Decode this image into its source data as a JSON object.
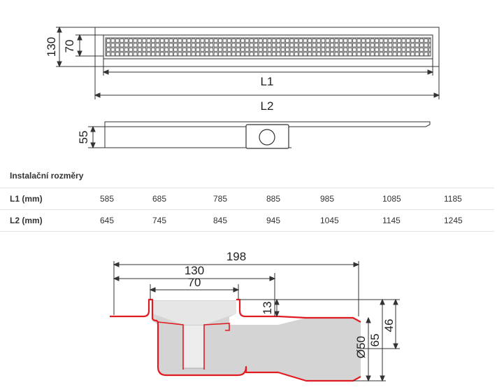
{
  "drawing_top": {
    "height_label": "130",
    "grate_height_label": "70",
    "length1_label": "L1",
    "length2_label": "L2",
    "depth_label": "55"
  },
  "table": {
    "title": "Instalační rozměry",
    "rows": [
      {
        "label": "L1 (mm)",
        "values": [
          "585",
          "685",
          "785",
          "885",
          "985",
          "1085",
          "1185"
        ]
      },
      {
        "label": "L2 (mm)",
        "values": [
          "645",
          "745",
          "845",
          "945",
          "1045",
          "1145",
          "1245"
        ]
      }
    ]
  },
  "drawing_section": {
    "dim_total": "198",
    "dim_body": "130",
    "dim_inner": "70",
    "dim_rim": "13",
    "dim_outlet": "Ø50",
    "dim_total_height": "65",
    "dim_outlet_height": "46"
  },
  "colors": {
    "accent_red": "#e11b22",
    "fill_gray": "#d4d4d4",
    "line": "#333333"
  }
}
